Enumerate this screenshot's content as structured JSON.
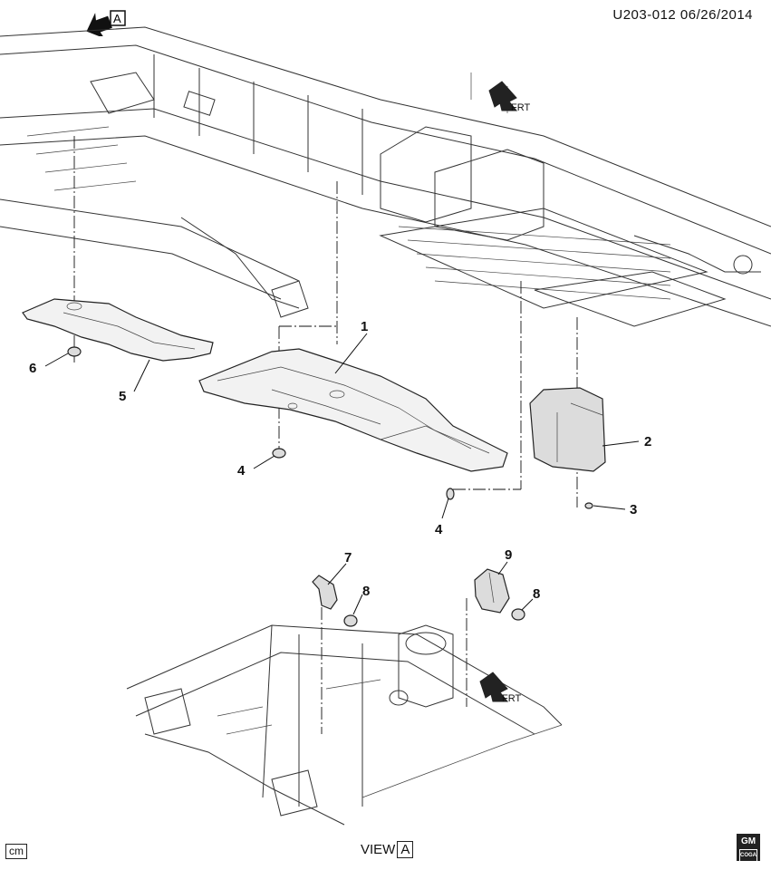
{
  "header": {
    "ref_code": "U203-012 06/26/2014"
  },
  "view_marker": {
    "letter": "A"
  },
  "front_markers": [
    {
      "label": "FRT"
    },
    {
      "label": "FRT"
    }
  ],
  "callouts": [
    "1",
    "2",
    "3",
    "4",
    "4",
    "5",
    "6",
    "7",
    "8",
    "8",
    "9"
  ],
  "footer": {
    "unit_label": "cm",
    "view_label": "VIEW",
    "view_letter": "A",
    "logo_text": "GM",
    "logo_sub": "COGA"
  }
}
